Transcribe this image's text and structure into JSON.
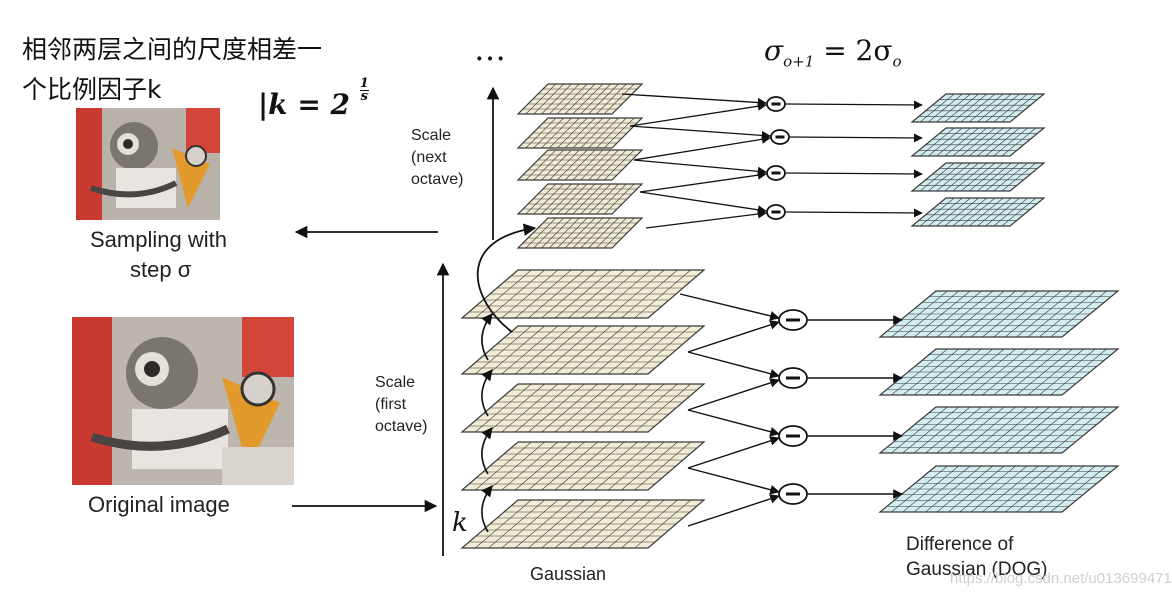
{
  "annotation": {
    "line1": "相邻两层之间的尺度相差一",
    "line2": "个比例因子k",
    "formula_k_prefix": "|k = 2",
    "formula_k_sup_num": "1",
    "formula_k_sup_den": "s",
    "formula_sigma": "σ",
    "formula_sigma_sub": "o+1",
    "formula_sigma_rhs": "= 2σ",
    "formula_sigma_rhs_sub": "o",
    "ellipsis": "…"
  },
  "left": {
    "sampling_line1": "Sampling with",
    "sampling_line2": "step σ",
    "original_image": "Original image"
  },
  "diagram": {
    "scale_next_line1": "Scale",
    "scale_next_line2": "(next",
    "scale_next_line3": "octave)",
    "scale_first_line1": "Scale",
    "scale_first_line2": "(first",
    "scale_first_line3": "octave)",
    "k_label": "k",
    "gaussian_label": "Gaussian",
    "dog_line1": "Difference of",
    "dog_line2": "Gaussian (DOG)",
    "minus_symbol": "−",
    "gaussian_color": "#f2ecd6",
    "dog_color": "#d2ecf0",
    "grid_line_color": "#3a3a3a"
  },
  "watermark": "https://blog.csdn.net/u013699471"
}
